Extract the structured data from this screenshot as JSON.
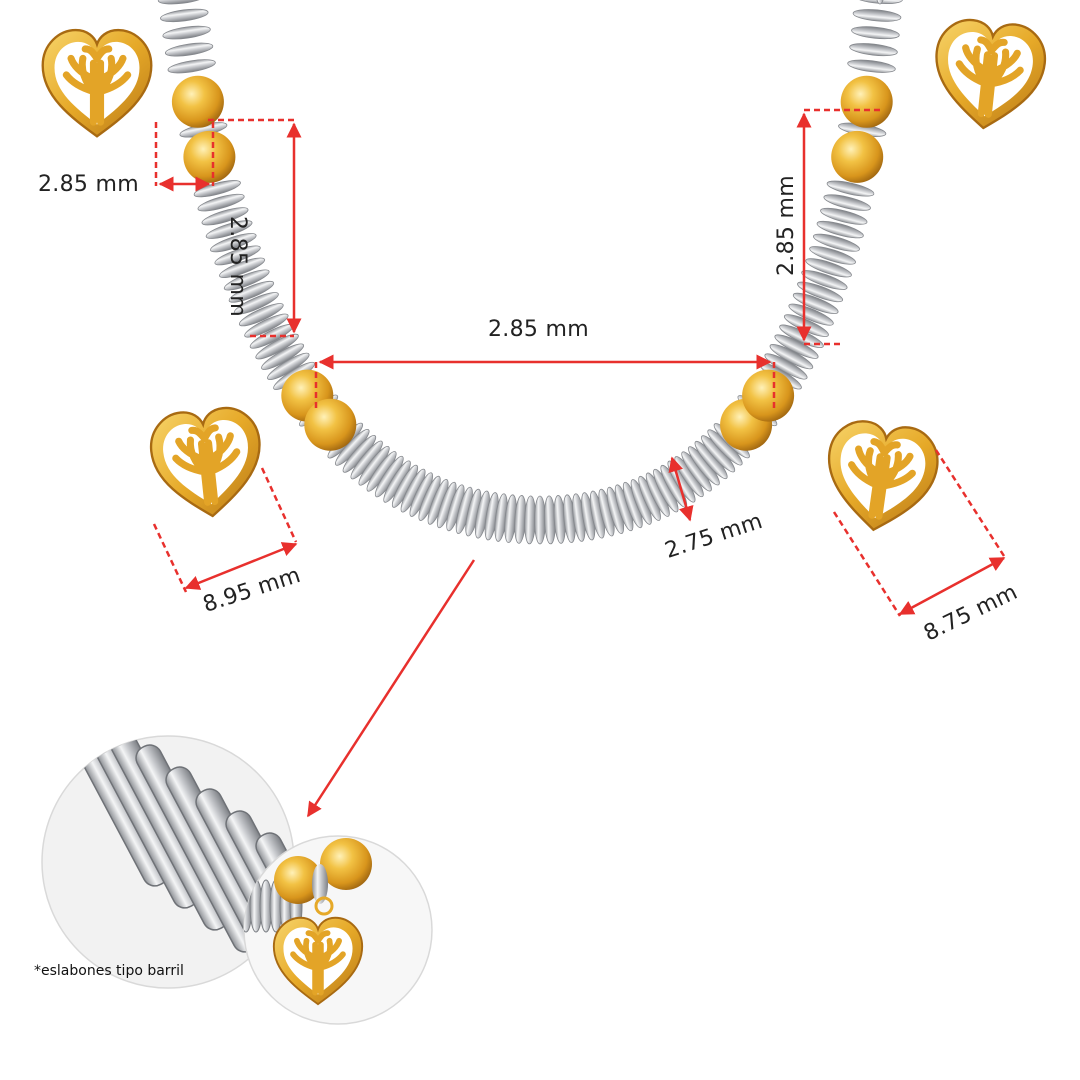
{
  "measurements": {
    "top_left_width": "2.85 mm",
    "left_vertical": "2.85 mm",
    "right_vertical": "2.85 mm",
    "center_span": "2.85 mm",
    "bead_thickness": "2.75 mm",
    "left_charm": "8.95 mm",
    "right_charm": "8.75 mm"
  },
  "inset_note": "*eslabones tipo barril",
  "colors": {
    "dimension_red": "#e8302d",
    "gold": "#e6a928",
    "silver": "#c9cbcf",
    "text": "#222222"
  }
}
